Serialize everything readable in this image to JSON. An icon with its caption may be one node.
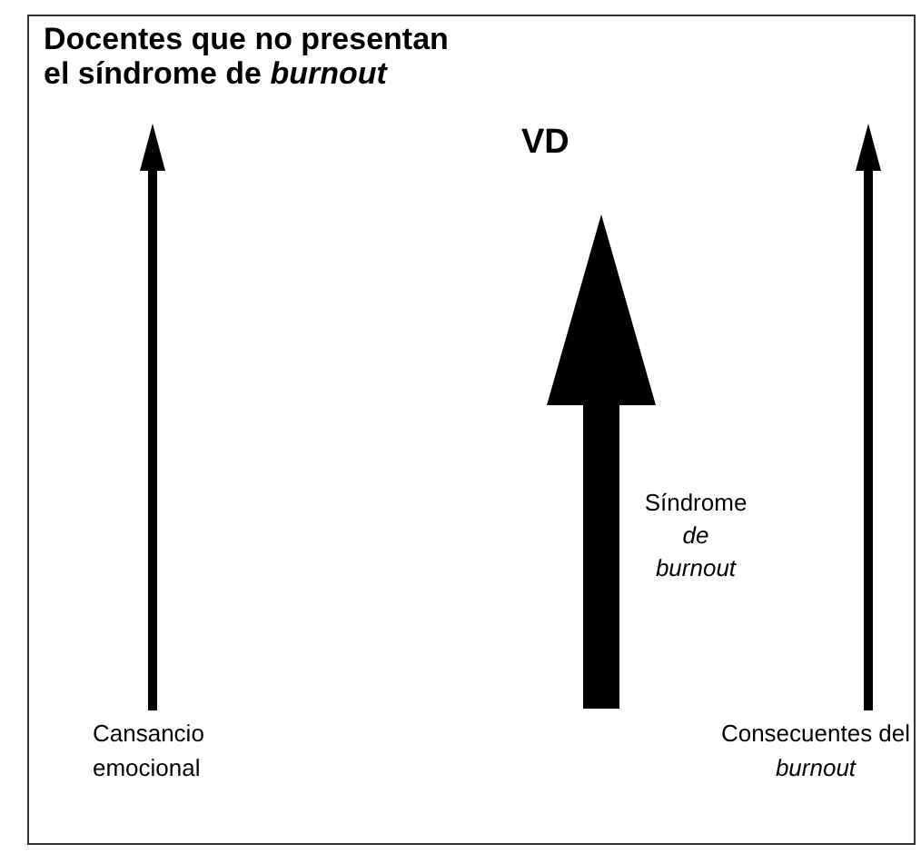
{
  "diagram": {
    "title": "Docentes que no presentan el síndrome de *burnout*",
    "labels": [
      "VD",
      "Síndrome *de burnout*",
      "Cansancio emocional",
      "Consecuentes del *burnout*"
    ]
  }
}
